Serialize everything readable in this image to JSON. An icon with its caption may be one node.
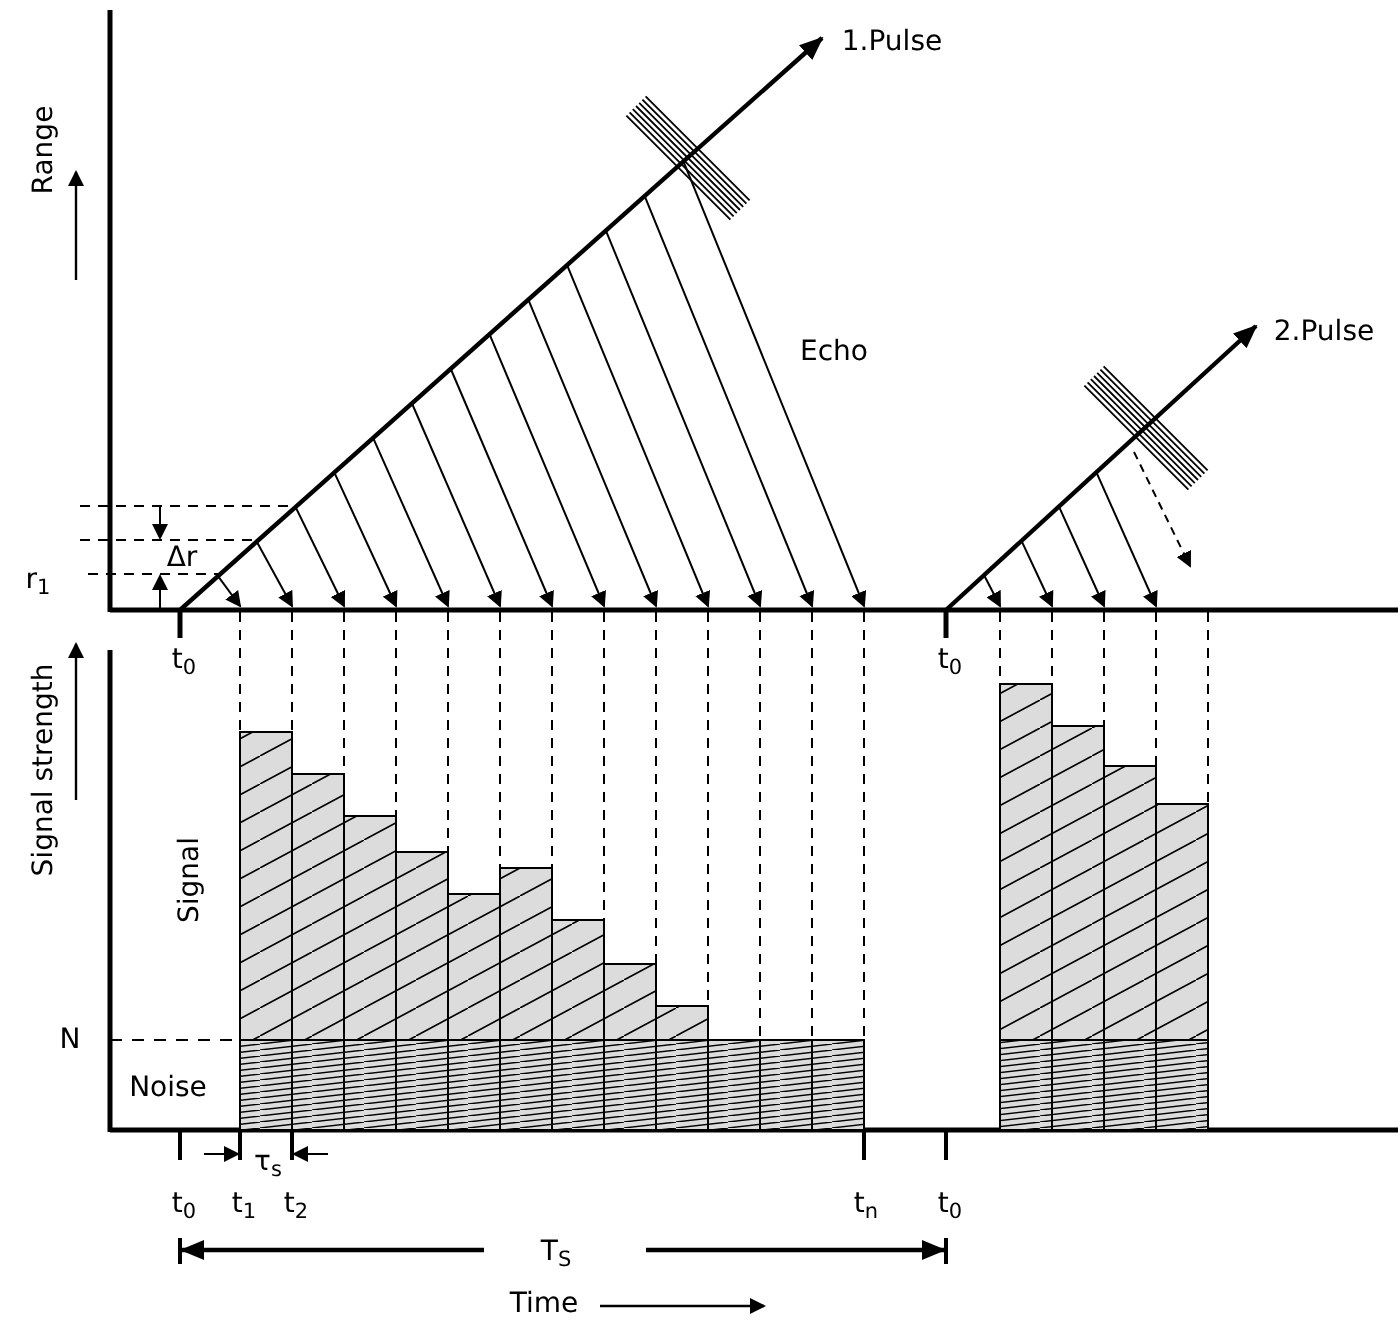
{
  "diagram": {
    "labels": [
      "1.Pulse",
      "Range",
      "Echo",
      "2.Pulse",
      "Δr",
      "r$_{1}$",
      "t$_{0}$",
      "t$_{0}$",
      "Signal strength",
      "Signal",
      "N",
      "Noise",
      "τ$_{s}$",
      "t$_{0}$",
      "t$_{1}$",
      "t$_{2}$",
      "t$_{n}$",
      "t$_{0}$",
      "T$_{S}$",
      "Time"
    ]
  }
}
